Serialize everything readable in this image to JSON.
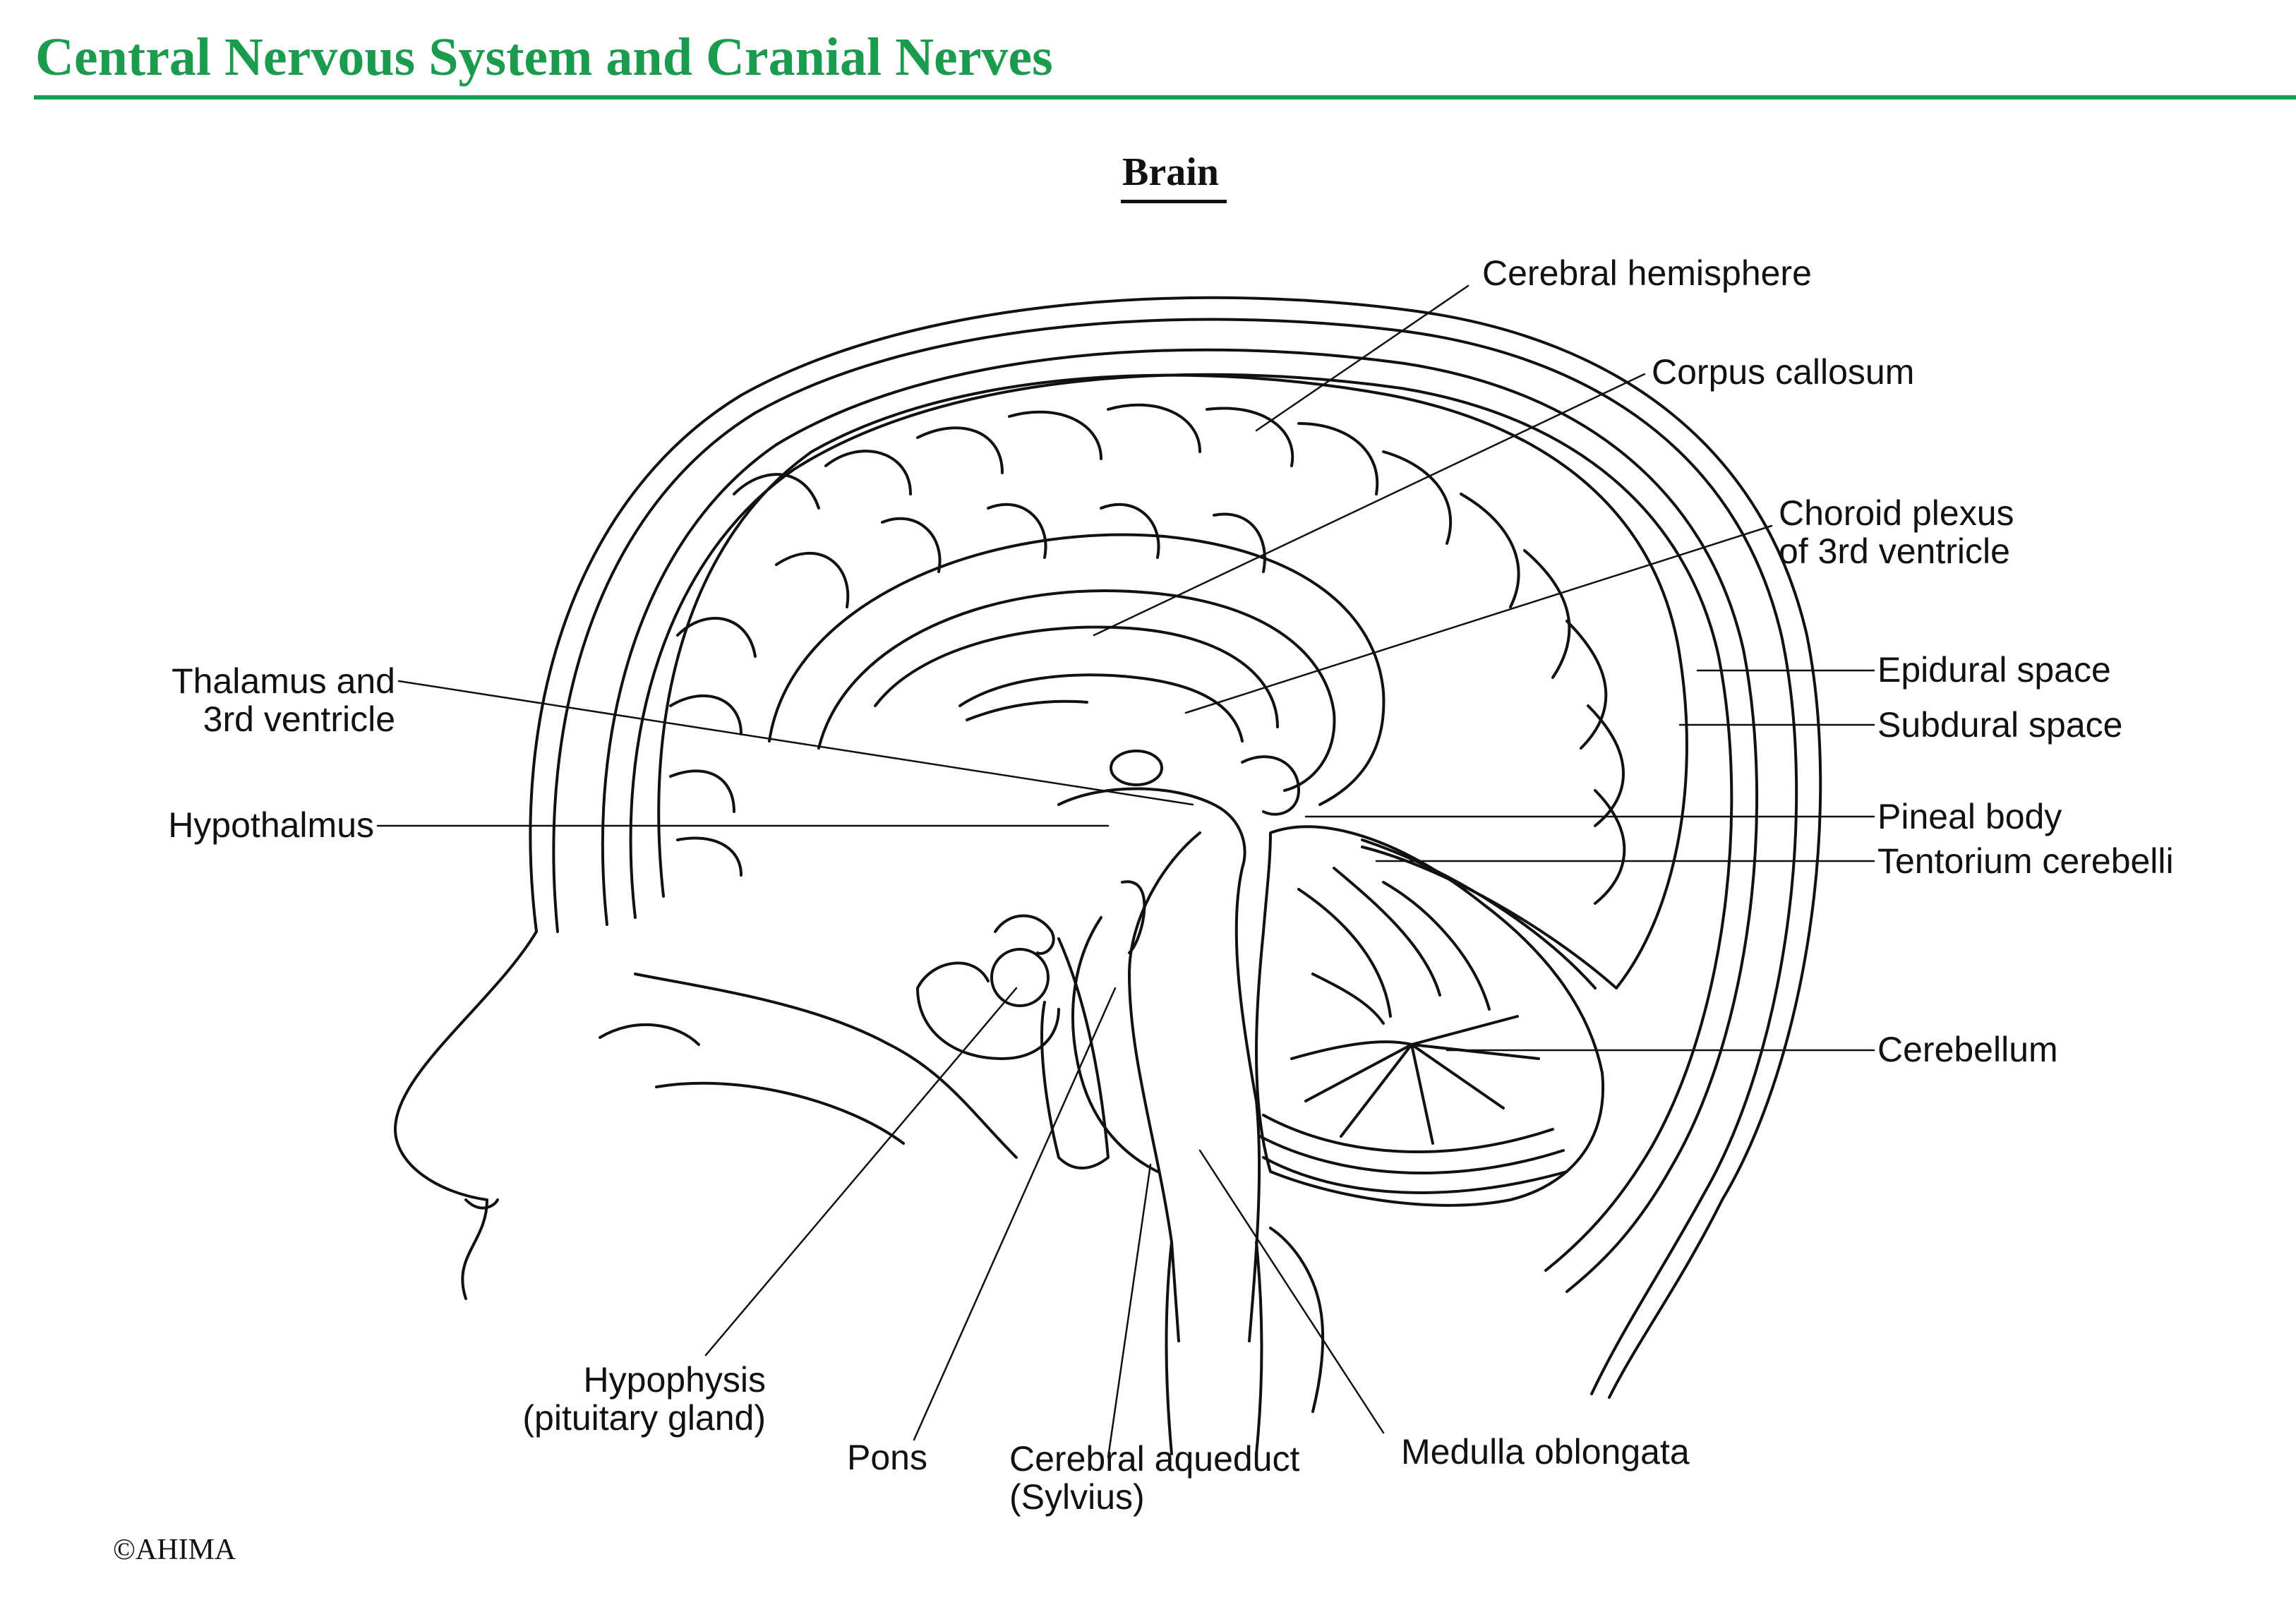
{
  "header": {
    "title": "Central Nervous System and Cranial Nerves"
  },
  "figure": {
    "title": "Brain"
  },
  "labels": {
    "cerebral_hemisphere": "Cerebral hemisphere",
    "corpus_callosum": "Corpus callosum",
    "choroid_plexus_line1": "Choroid plexus",
    "choroid_plexus_line2": "of 3rd ventricle",
    "epidural_space": "Epidural space",
    "subdural_space": "Subdural space",
    "pineal_body": "Pineal body",
    "tentorium_cerebelli": "Tentorium cerebelli",
    "cerebellum": "Cerebellum",
    "thalamus_line1": "Thalamus and",
    "thalamus_line2": "3rd ventricle",
    "hypothalmus": "Hypothalmus",
    "hypophysis_line1": "Hypophysis",
    "hypophysis_line2": "(pituitary gland)",
    "pons": "Pons",
    "cerebral_aqueduct_line1": "Cerebral aqueduct",
    "cerebral_aqueduct_line2": "(Sylvius)",
    "medulla_oblongata": "Medulla oblongata"
  },
  "footer": {
    "copyright": "©AHIMA"
  },
  "colors": {
    "accent": "#1a9b4e",
    "ink": "#111111"
  }
}
